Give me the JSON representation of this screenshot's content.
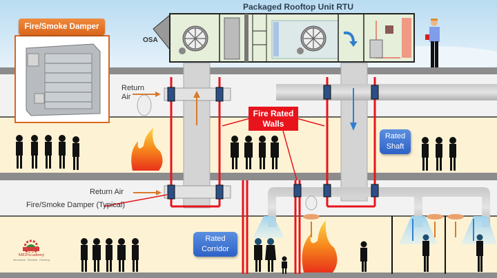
{
  "title": "Packaged Rooftop Unit RTU",
  "labels": {
    "osa": "OSA",
    "fire_smoke_damper": "Fire/Smoke Damper",
    "return_air_upper_line1": "Return",
    "return_air_upper_line2": "Air",
    "return_air_lower": "Return Air",
    "fire_smoke_damper_typical": "Fire/Smoke Damper (Typical)",
    "fire_rated_walls_line1": "Fire Rated",
    "fire_rated_walls_line2": "Walls",
    "rated_shaft_line1": "Rated",
    "rated_shaft_line2": "Shaft",
    "rated_corridor_line1": "Rated",
    "rated_corridor_line2": "Corridor"
  },
  "logo": {
    "name": "MEPAcademy",
    "tagline": "Mechanical · Electrical · Plumbing"
  },
  "colors": {
    "sky": "#cfe6f5",
    "floor_fill": "#fdf3d4",
    "ceiling_space": "#f2f2f2",
    "slab": "#8c8c8c",
    "fire_wall": "#e8141c",
    "supply_arrow": "#2f7fd0",
    "return_arrow": "#d97a2b",
    "badge_orange": "#e2772c",
    "badge_blue": "#3a6fd1",
    "rtu_body": "#e6efd9"
  },
  "icons": [
    "fan-icon",
    "fire-icon",
    "smoke-icon",
    "damper-icon",
    "diffuser-icon",
    "person-silhouette-icon",
    "worker-icon",
    "arrow-up-icon",
    "arrow-down-icon"
  ]
}
